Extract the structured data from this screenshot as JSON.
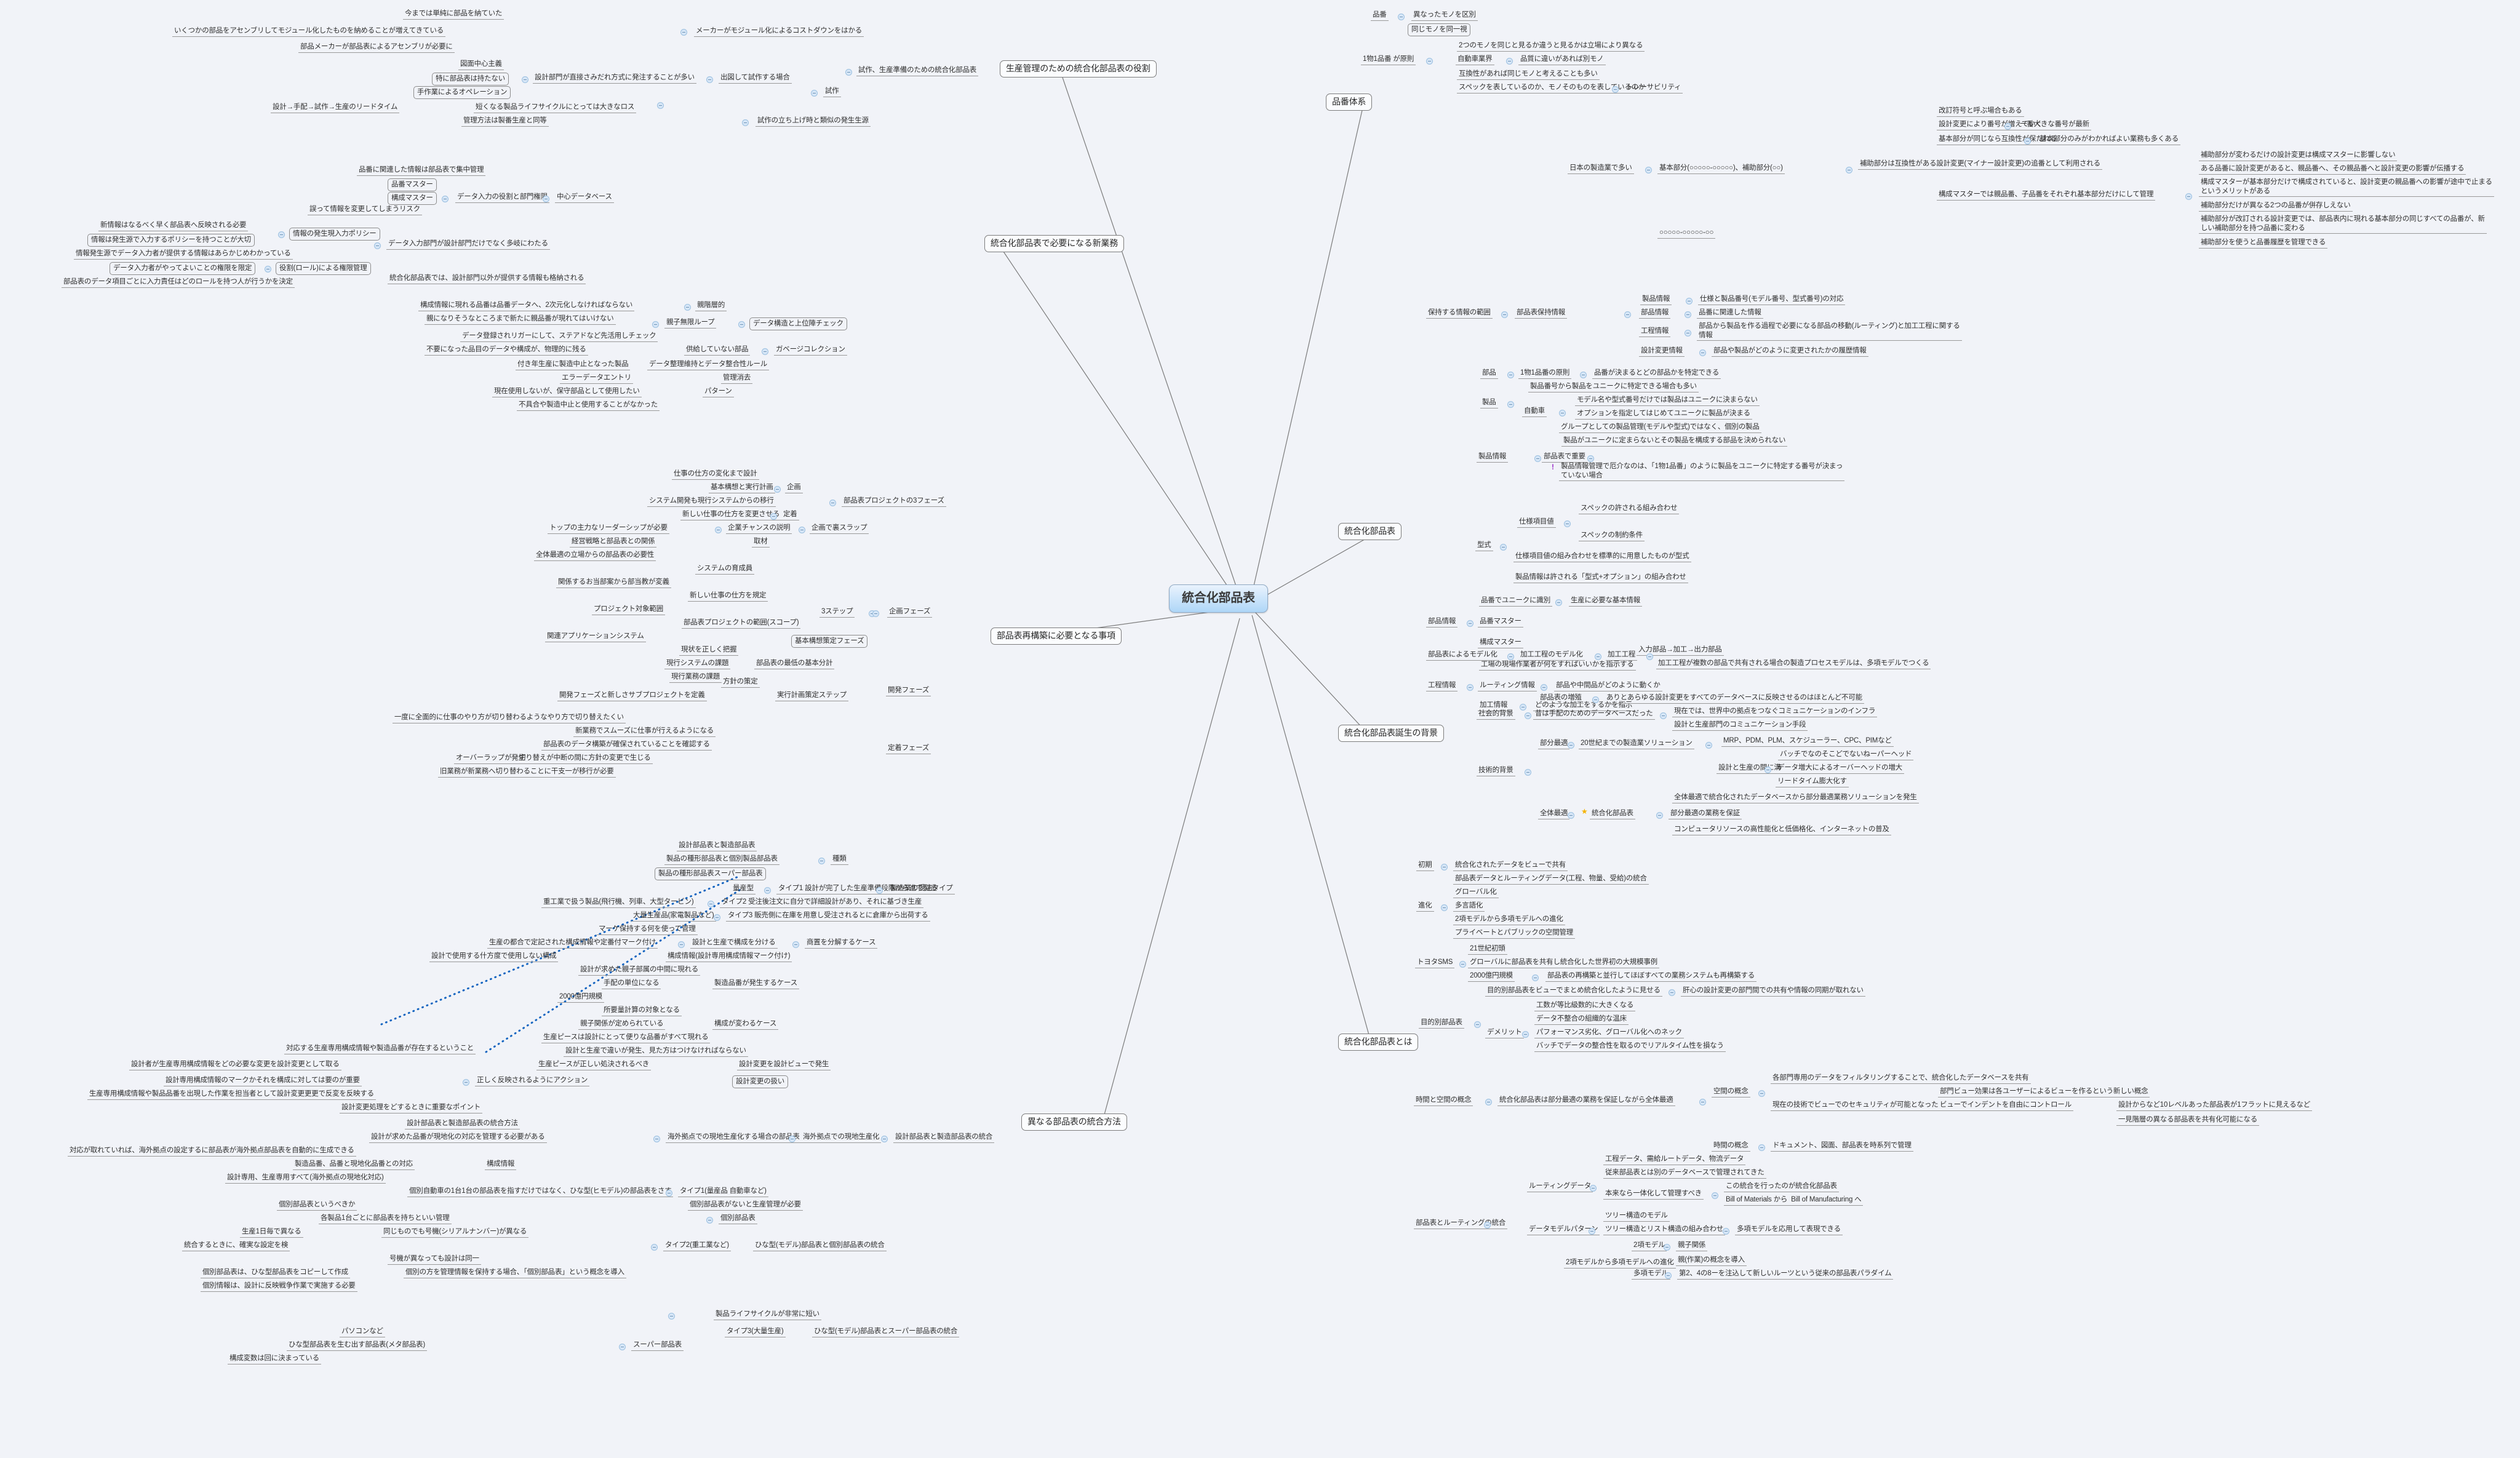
{
  "root": {
    "label": "統合化部品表"
  },
  "branches": [
    {
      "id": "b1",
      "label": "生産管理のための統合化部品表の役割"
    },
    {
      "id": "b2",
      "label": "品番体系"
    },
    {
      "id": "b3",
      "label": "統合化部品表で必要になる新業務"
    },
    {
      "id": "b4",
      "label": "統合化部品表"
    },
    {
      "id": "b5",
      "label": "部品表再構築に必要となる事項"
    },
    {
      "id": "b6",
      "label": "統合化部品表誕生の背景"
    },
    {
      "id": "b7",
      "label": "統合化部品表とは"
    },
    {
      "id": "b8",
      "label": "異なる部品表の統合方法"
    }
  ],
  "nodes": {
    "n001": "今までは単純に部品を納ていた",
    "n002": "いくつかの部品をアセンブリしてモジュール化したものを納めることが増えてきている",
    "n003": "メーカーがモジュール化によるコストダウンをはかる",
    "n004": "部品メーカーが部品表によるアセンブリが必要に",
    "n005": "図面中心主義",
    "n006": "特に部品表は持たない",
    "n007": "手作業によるオペレーション",
    "n008": "設計部門が直接さみだれ方式に発注することが多い",
    "n009": "出図して試作する場合",
    "n010": "試作",
    "n011": "試作、生産準備のための統合化部品表",
    "n012": "短くなる製品ライフサイクルにとっては大きなロス",
    "n013": "設計→手配→試作→生産のリードタイム",
    "n014": "管理方法は製番生産と同等",
    "n015": "試作の立ち上げ時と類似の発生生源",
    "n016": "品番に関連した情報は部品表で集中管理",
    "n017": "品番マスター",
    "n018": "構成マスター",
    "n019": "データ入力の役割と部門権限",
    "n020": "中心データベース",
    "n021": "誤って情報を変更してしまうリスク",
    "n022": "新情報はなるべく早く部品表へ反映される必要",
    "n023": "情報は発生源で入力するポリシーを持つことが大切",
    "n024": "情報の発生現入力ポリシー",
    "n025": "情報発生源でデータ入力者が提供する情報はあらかじめわかっている",
    "n026": "データ入力者がやってよいことの権限を限定",
    "n027": "役割(ロール)による権限管理",
    "n028": "部品表のデータ項目ごとに入力責任はどのロールを持つ人が行うかを決定",
    "n029": "データ入力部門が設計部門だけでなく多岐にわたる",
    "n030": "統合化部品表では、設計部門以外が提供する情報も格納される",
    "n031": "構成情報に現れる品番は品番データへ、2次元化しなければならない",
    "n032": "親階層的",
    "n033": "親になりそうなところまで新たに親品番が現れてはいけない",
    "n034": "親子無限ループ",
    "n035": "データ構造と上位陣チェック",
    "n036": "データ登録されリガーにして、ステアドなど先活用しチェック",
    "n037": "不要になった品目のデータや構成が、物理的に残る",
    "n038": "供給していない部品",
    "n039": "付き年生産に製造中止となった製品",
    "n040": "エラーデータエントリ",
    "n041": "管理消去",
    "n042": "現在使用しないが、保守部品として使用したい",
    "n043": "パターン",
    "n044": "不具合や製造中止と使用することがなかった",
    "n045": "データ整理維持とデータ整合性ルール",
    "n046": "ガベージコレクション",
    "n101": "異なったモノを区別",
    "n102": "同じモノを同一視",
    "n103": "品番",
    "n104": "2つのモノを同じと見るか違うと見るかは立場により異なる",
    "n105": "自動車業界",
    "n106": "品質に違いがあれば別モノ",
    "n107": "互換性があれば同じモノと考えることも多い",
    "n108": "スペックを表しているのか、モノそのものを表しているのか",
    "n109": "トレーサビリティ",
    "n110": "1物1品番 が原則",
    "n111": "日本の製造業で多い",
    "n112": "基本部分(○○○○○-○○○○○)、補助部分(○○)",
    "n113": "補助部分は互換性がある設計変更(マイナー設計変更)の追番として利用される",
    "n114": "改訂符号と呼ぶ場合もある",
    "n115": "設計変更により番号が増えていく",
    "n116": "一番大きな番号が最新",
    "n117": "基本部分が同じなら互換性が保たれる",
    "n118": "基本部分のみがわかればよい業務も多くある",
    "n119": "構成マスターでは親品番、子品番をそれぞれ基本部分だけにして管理",
    "n120": "補助部分が変わるだけの設計変更は構成マスターに影響しない",
    "n121": "ある品番に設計変更があると、親品番へ、その親品番へと設計変更の影響が伝播する",
    "n122": "構成マスターが基本部分だけで構成されていると、設計変更の親品番への影響が途中で止まる\nというメリットがある",
    "n123": "補助部分だけが異なる2つの品番が併存しえない",
    "n124": "補助部分が改訂される設計変更では、部品表内に現れる基本部分の同じすべての品番が、新\nしい補助部分を持つ品番に変わる",
    "n125": "補助部分を使うと品番履歴を管理できる",
    "n126": "○○○○○-○○○○○-○○",
    "n201": "製品情報",
    "n202": "仕様と製品番号(モデル番号、型式番号)の対応",
    "n203": "部品情報",
    "n204": "品番に関連した情報",
    "n205": "工程情報",
    "n206": "部品から製品を作る過程で必要になる部品の移動(ルーティング)と加工工程に関する\n情報",
    "n207": "設計変更情報",
    "n208": "部品や製品がどのように変更されたかの履歴情報",
    "n209": "部品表保持情報",
    "n210": "保持する情報の範囲",
    "n211": "部品",
    "n212": "1物1品番の原則",
    "n213": "品番が決まるとどの部品かを特定できる",
    "n214": "製品番号から製品をユニークに特定できる場合も多い",
    "n215": "モデル名や型式番号だけでは製品はユニークに決まらない",
    "n216": "オプションを指定してはじめてユニークに製品が決まる",
    "n217": "自動車",
    "n218": "製品",
    "n219": "グループとしての製品管理(モデルや型式)ではなく、個別の製品",
    "n220": "製品がユニークに定まらないとその製品を構成する部品を決められない",
    "n221": "製品情報管理で厄介なのは、「1物1品番」のように製品をユニークに特定する番号が決まっ\nていない場合",
    "n222": "部品表で重要",
    "n223": "スペックの許される組み合わせ",
    "n224": "スペックの制約条件",
    "n225": "仕様項目値",
    "n226": "仕様項目値の組み合わせを標準的に用意したものが型式",
    "n227": "製品情報は許される「型式+オプション」の組み合わせ",
    "n228": "型式",
    "n229": "製品情報",
    "n230": "品番でユニークに識別",
    "n231": "生産に必要な基本情報",
    "n232": "品番マスター",
    "n233": "構成マスター",
    "n234": "部品情報",
    "n235": "工場の現場作業者が何をすればいいかを指示する",
    "n236": "ルーティング情報",
    "n237": "部品や中間品がどのように動くか",
    "n238": "加工情報",
    "n239": "どのような加工をするかを指示",
    "n240": "工程情報",
    "n241": "入力部品→加工→出力部品",
    "n242": "加工工程が複数の部品で共有される場合の製造プロセスモデルは、多項モデルでつくる",
    "n243": "加工工程",
    "n244": "加工工程のモデル化",
    "n245": "部品表によるモデル化",
    "n301": "仕事の仕方の変化まで設計",
    "n302": "基本構想と実行計画",
    "n303": "企画",
    "n304": "システム開発も現行システムからの移行",
    "n305": "部品表プロジェクトの3フェーズ",
    "n306": "新しい仕事の仕方を変更させる",
    "n307": "定着",
    "n308": "トップの主力なリーダーシップが必要",
    "n309": "経営戦略と部品表との関係",
    "n310": "企業チャンスの説明",
    "n311": "企画で裏スラップ",
    "n312": "全体最適の立場からの部品表の必要性",
    "n313": "取材",
    "n314": "システムの育成員",
    "n315": "関係するお当部案から部当教が変義",
    "n316": "新しい仕事の仕方を規定",
    "n317": "プロジェクト対象範囲",
    "n318": "部品表プロジェクトの範囲(スコープ)",
    "n319": "関連アプリケーションシステム",
    "n320": "基本構想策定フェーズ",
    "n321": "3ステップ",
    "n322": "企画フェーズ",
    "n323": "現状を正しく把握",
    "n324": "現行システムの課題",
    "n325": "部品表の最低の基本分計",
    "n326": "現行業務の課題",
    "n327": "開発フェーズと新しさサブプロジェクトを定義",
    "n328": "実行計画策定ステップ",
    "n329": "方針の策定",
    "n330": "一度に全面的に仕事のやり方が切り替わるようなやり方で切り替えたくい",
    "n331": "新業務でスムーズに仕事が行えるようになる",
    "n332": "部品表のデータ構築が確保されていることを確認する",
    "n333": "オーバーラップが発生",
    "n334": "切り替えが中断の間に方針の変更で生じる",
    "n335": "旧業務が新業務へ切り替わることに干支一が移行が必要",
    "n336": "開発フェーズ",
    "n337": "定着フェーズ",
    "n401": "設計部品表と製造部品表",
    "n402": "製品の種形部品表と個別製品部品表",
    "n403": "製品の種形部品表スーパー部品表",
    "n404": "種類",
    "n405": "量産型",
    "n406": "タイプ1 設計が完了した生産準備段階から進で製造",
    "n407": "重工業で扱う製品(飛行機、列車、大型タービン)",
    "n408": "タイプ2 受注後注文に自分で詳細設計があり、それに基づき生産",
    "n409": "大量生産品(家電製品など)",
    "n410": "タイプ3 販売側に在庫を用意し受注されるとに倉庫から出荷する",
    "n411": "製造業の受注タイプ",
    "n412": "マーケ保持する何を使って管理",
    "n413": "生産の都合で定記された構成情報や定番付マーク付け",
    "n414": "設計と生産で構成を分ける",
    "n415": "商置を分解するケース",
    "n416": "設計で使用する什方度で使用しない構成",
    "n417": "構成情報(設計専用構成情報マーク付け)",
    "n418": "設計が求めた親子部属の中間に現れる",
    "n419": "手配の単位になる",
    "n420": "製造品番が発生するケース",
    "n421": "2000億円規模",
    "n422": "所要量計算の対象となる",
    "n423": "親子関係が定められている",
    "n424": "構成が変わるケース",
    "n425": "生産ピースは設計にとって便りな品番がすべて現れる",
    "n426": "設計と生産で違いが発生、見た方はつけなければならない",
    "n427": "生産ピースが正しい処決されるべき",
    "n428": "設計変更を設計ビューで発生",
    "n429": "設計変更の扱い",
    "n430": "対応する生産専用構成情報や製造品番が存在するということ",
    "n431": "設計者が生産専用構成情報をどの必要な変更を設計変更として取る",
    "n432": "正しく反映されるようにアクション",
    "n433": "設計専用構成情報のマークかそれを構成に対しては要のが重要",
    "n434": "生産専用構成情報や製品品番を出現した作業を担当者として設計変更更更で反変を反映する",
    "n435": "設計変更処理をどするときに重要なポイント",
    "n436": "設計部品表と製造部品表の統合方法",
    "n437": "設計が求めた品番が現地化の対応を管理する必要がある",
    "n438": "海外拠点での現地生産化する場合の部品表",
    "n439": "海外拠点での現地生産化",
    "n440": "設計部品表と製造部品表の統合",
    "n441": "対応が取れていれば、海外拠点の設定するに部品表が海外拠点部品表を自動的に生成できる",
    "n442": "製造品番、品番と現地化品番との対応",
    "n443": "構成情報",
    "n444": "設計専用、生産専用すべて(海外拠点の現地化対応)",
    "n445": "個別自動車の1台1台の部品表を指すだけではなく、ひな型(ヒモデル)の部品表をさす",
    "n446": "タイプ1(量産品 自動車など)",
    "n447": "個別部品表というべきか",
    "n448": "個別部品表がないと生産管理が必要",
    "n449": "各製品1台ごとに部品表を持ちといい管理",
    "n450": "個別部品表",
    "n451": "生産1日毎で異なる",
    "n452": "同じものでも号機(シリアルナンバー)が異なる",
    "n453": "統合するときに、確実な設定を検",
    "n454": "号機が異なっても設計は同一",
    "n455": "タイプ2(重工業など)",
    "n456": "ひな型(モデル)部品表と個別部品表の統合",
    "n457": "個別部品表は、ひな型部品表をコピーして作成",
    "n458": "個別情報は、設計に反映戦争作業で実施する必要",
    "n459": "個別の方を管理情報を保持する場合、「個別部品表」という概念を導入",
    "n460": "個別情報は、設計に反映戦争作業で実施する必要",
    "n461": "製品ライフサイクルが非常に短い",
    "n462": "パソコンなど",
    "n463": "ひな型部品表を生む出す部品表(メタ部品表)",
    "n464": "スーパー部品表",
    "n465": "構成変数は回に決まっている",
    "n466": "タイプ3(大量生産)",
    "n467": "ひな型(モデル)部品表とスーパー部品表の統合",
    "n501": "部品表の増殖",
    "n502": "ありとあらゆる設計変更をすべてのデータベースに反映させるのはほとんど不可能",
    "n503": "昔は手配のためのデータベースだった",
    "n504": "現在では、世界中の拠点をつなぐコミュニケーションのインフラ",
    "n505": "設計と生産部門のコミュニケーション手段",
    "n506": "社会的背景",
    "n507": "MRP、PDM、PLM、スケジューラー、CPC、PIMなど",
    "n508": "バッチでなのそこどでないねーパーヘッド",
    "n509": "データ増大によるオーバーヘッドの増大",
    "n510": "リードタイム膨大化す",
    "n511": "設計と生産の間に溝",
    "n512": "20世紀までの製造業ソリューション",
    "n513": "部分最適",
    "n514": "全体最適で統合化されたデータベースから部分最適業務ソリューションを発生",
    "n515": "部分最適の業務を保証",
    "n516": "コンピュータリソースの高性能化と低価格化、インターネットの普及",
    "n517": "統合化部品表",
    "n518": "全体最適",
    "n519": "技術的背景",
    "n601": "初期",
    "n602": "統合化されたデータをビューで共有",
    "n603": "部品表データとルーティングデータ(工程、物量、受給)の統合",
    "n604": "グローバル化",
    "n605": "多言語化",
    "n606": "2項モデルから多項モデルへの進化",
    "n607": "プライベートとパブリックの空間管理",
    "n608": "進化",
    "n609": "21世紀初頭",
    "n610": "グローバルに部品表を共有し統合化した世界初の大規模事例",
    "n611": "2000億円規模",
    "n612": "部品表の再構築と並行してほぼすべての業務システムも再構築する",
    "n613": "トヨタSMS",
    "n614": "目的別部品表をビューでまとめ統合化したように見せる",
    "n615": "肝心の設計変更の部門間での共有や情報の同期が取れない",
    "n616": "工数が等比級数的に大きくなる",
    "n617": "データ不整合の組織的な温床",
    "n618": "パフォーマンス劣化、グローバル化へのネック",
    "n619": "バッチでデータの整合性を取るのでリアルタイム性を損なう",
    "n620": "デメリット",
    "n621": "目的別部品表",
    "n622": "統合化部品表は部分最適の業務を保証しながら全体最適",
    "n623": "各部門専用のデータをフィルタリングすることで、統合化したデータベースを共有",
    "n624": "現在の技術でビューでのセキュリティが可能となった",
    "n625": "部門ビュー効果は各ユーザーによるビューを作るという新しい概念",
    "n626": "ビューでインデントを自由にコントロール",
    "n627": "設計からなど10レベルあった部品表が1フラットに見えるなど",
    "n628": "一見階層の異なる部品表を共有化可能になる",
    "n629": "空間の概念",
    "n630": "時間の概念",
    "n631": "ドキュメント、図面、部品表を時系列で管理",
    "n632": "時間と空間の概念",
    "n633": "工程データ、需給ルートデータ、物流データ",
    "n634": "従来部品表とは別のデータベースで管理されてきた",
    "n635": "本来なら一体化して管理すべき",
    "n636": "この統合を行ったのが統合化部品表",
    "n637": "Bill of Materials から  Bill of Manufacturing へ",
    "n638": "ルーティングデータ",
    "n639": "ツリー構造のモデル",
    "n640": "ツリー構造とリスト構造の組み合わせ",
    "n641": "多項モデルを応用して表現できる",
    "n642": "2項モデル",
    "n643": "親子関係",
    "n644": "2項モデルから多項モデルへの進化",
    "n645": "親(作業)の概念を導入",
    "n646": "多項モデル",
    "n647": "第2、4の8ーを注込して新しいルーツという従来の部品表パラダイム",
    "n648": "データモデルパターン",
    "n649": "部品表とルーティングの統合"
  }
}
